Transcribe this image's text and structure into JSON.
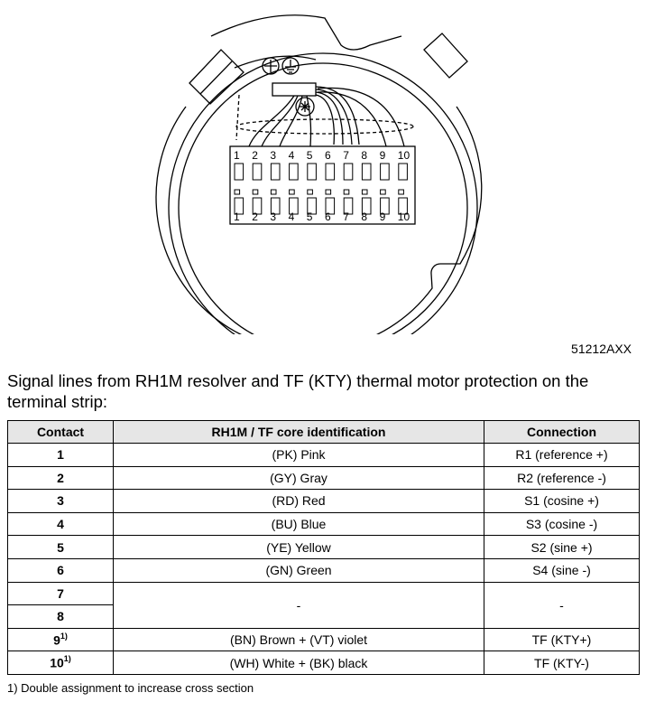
{
  "figure": {
    "code": "51212AXX",
    "terminal_numbers": [
      "1",
      "2",
      "3",
      "4",
      "5",
      "6",
      "7",
      "8",
      "9",
      "10"
    ]
  },
  "caption": "Signal lines from RH1M resolver and TF (KTY) thermal motor protection on the terminal strip:",
  "table": {
    "headers": [
      "Contact",
      "RH1M / TF core identification",
      "Connection"
    ],
    "rows": [
      {
        "contact": "1",
        "sup": "",
        "core": "(PK) Pink",
        "connection": "R1 (reference +)"
      },
      {
        "contact": "2",
        "sup": "",
        "core": "(GY) Gray",
        "connection": "R2 (reference -)"
      },
      {
        "contact": "3",
        "sup": "",
        "core": "(RD) Red",
        "connection": "S1 (cosine +)"
      },
      {
        "contact": "4",
        "sup": "",
        "core": "(BU) Blue",
        "connection": "S3 (cosine -)"
      },
      {
        "contact": "5",
        "sup": "",
        "core": "(YE) Yellow",
        "connection": "S2 (sine +)"
      },
      {
        "contact": "6",
        "sup": "",
        "core": "(GN) Green",
        "connection": "S4 (sine -)"
      },
      {
        "contact": "7",
        "sup": "",
        "core": "-",
        "connection": "-"
      },
      {
        "contact": "8",
        "sup": "",
        "core": "",
        "connection": ""
      },
      {
        "contact": "9",
        "sup": "1)",
        "core": "(BN) Brown + (VT) violet",
        "connection": "TF (KTY+)"
      },
      {
        "contact": "10",
        "sup": "1)",
        "core": "(WH) White + (BK) black",
        "connection": "TF (KTY-)"
      }
    ]
  },
  "footnote": "1)  Double assignment to increase cross section"
}
